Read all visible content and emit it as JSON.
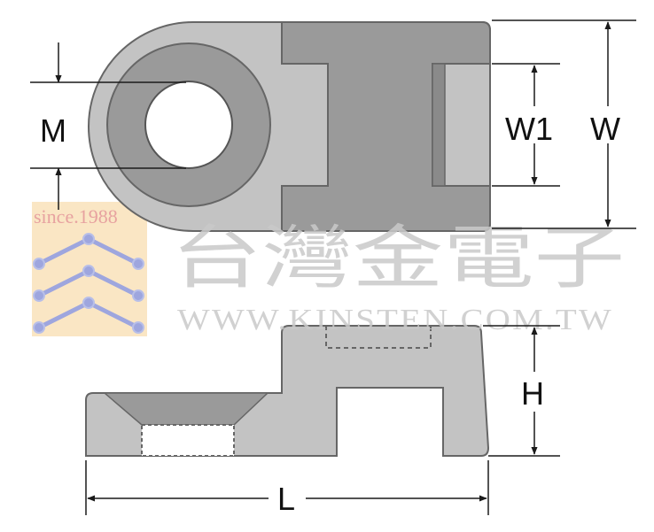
{
  "labels": {
    "m": "M",
    "w1": "W1",
    "w": "W",
    "h": "H",
    "l": "L"
  },
  "watermark": {
    "since": "since.1988",
    "company_cjk": "台灣金電子",
    "url": "WWW.KINSTEN.COM.TW"
  },
  "colors": {
    "body_light": "#c3c3c3",
    "body_dark": "#9a9a9a",
    "bevel": "#8a8a8a",
    "outline": "#666666",
    "dimension_line": "#1a1a1a",
    "watermark_text": "#c9c9c9",
    "logo_block": "#fae6c4",
    "logo_circuit": "#9ea6de",
    "logo_since": "#e7a2a0"
  }
}
